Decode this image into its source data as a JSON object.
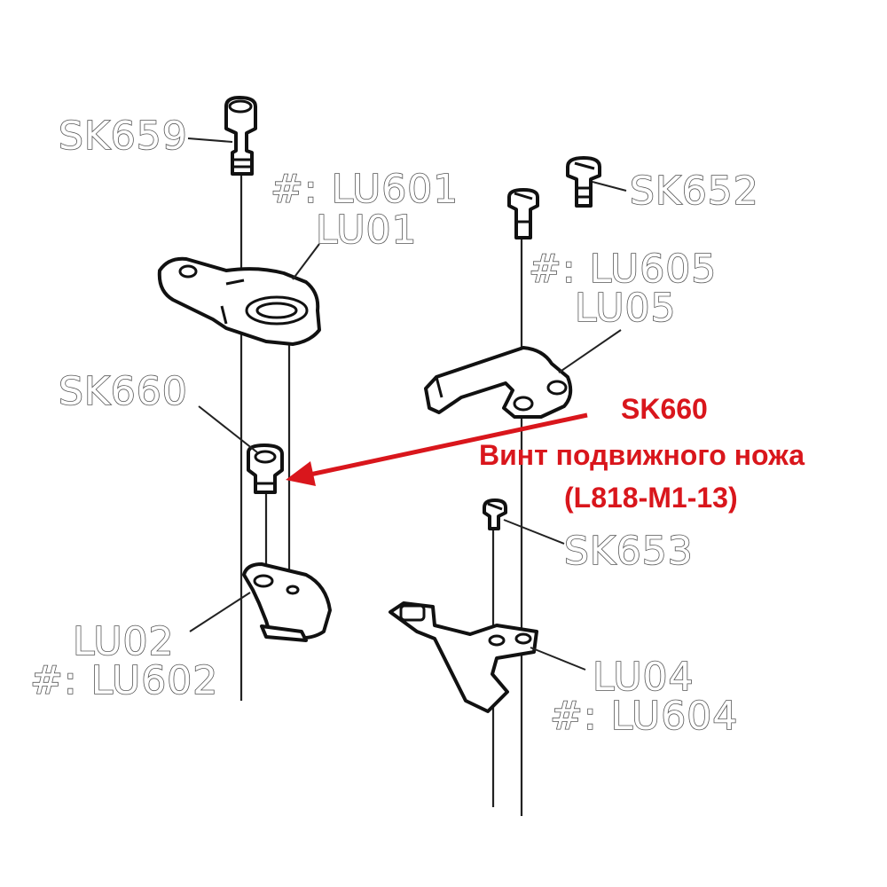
{
  "parts": {
    "sk659": "SK659",
    "lu601": "#: LU601",
    "lu01": "LU01",
    "sk660": "SK660",
    "lu02": "LU02",
    "lu602": "#: LU602",
    "sk652": "SK652",
    "lu605": "#: LU605",
    "lu05": "LU05",
    "sk653": "SK653",
    "lu04": "LU04",
    "lu604": "#: LU604"
  },
  "callout": {
    "code": "SK660",
    "description": "Винт подвижного ножа",
    "model": "(L818-M1-13)",
    "color": "#d9161c"
  }
}
